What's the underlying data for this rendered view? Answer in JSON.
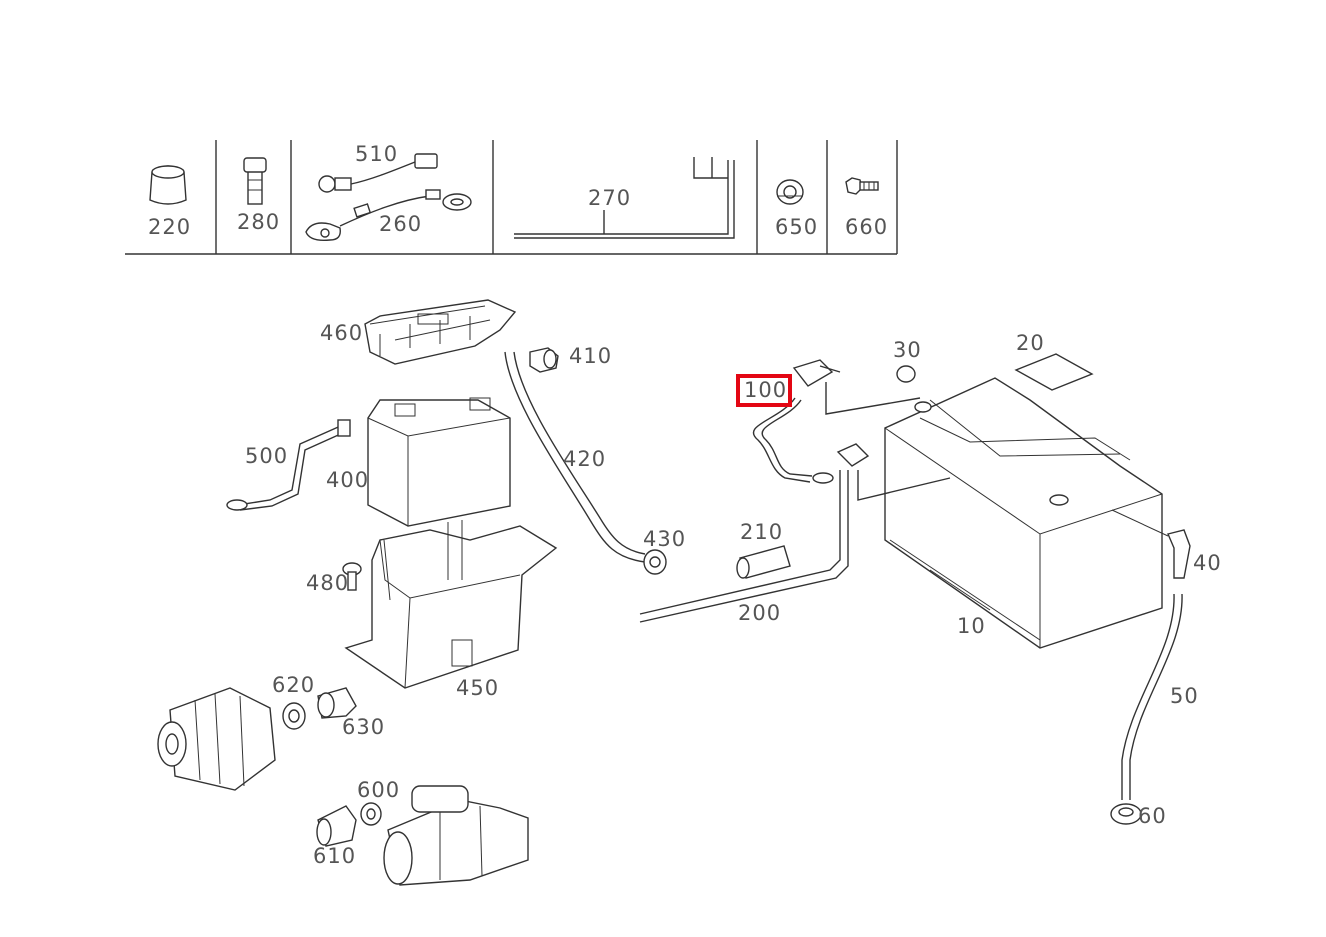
{
  "highlight_color": "#e30613",
  "highlighted_part": "100",
  "header_callouts": [
    "220",
    "280",
    "510",
    "260",
    "270",
    "650",
    "660"
  ],
  "callouts": {
    "p10": "10",
    "p20": "20",
    "p30": "30",
    "p40": "40",
    "p50": "50",
    "p60": "60",
    "p100": "100",
    "p200": "200",
    "p210": "210",
    "p220": "220",
    "p260": "260",
    "p270": "270",
    "p280": "280",
    "p400": "400",
    "p410": "410",
    "p420": "420",
    "p430": "430",
    "p450": "450",
    "p460": "460",
    "p480": "480",
    "p500": "500",
    "p510": "510",
    "p600": "600",
    "p610": "610",
    "p620": "620",
    "p630": "630",
    "p650": "650",
    "p660": "660"
  }
}
